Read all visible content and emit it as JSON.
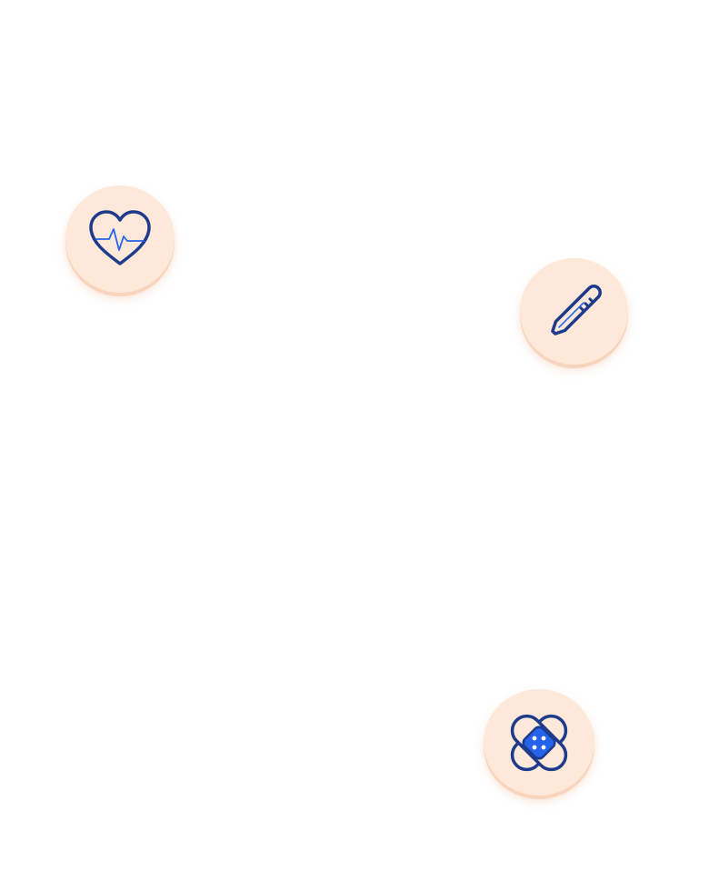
{
  "icons": [
    {
      "id": "heart-pulse",
      "name": "heart-pulse-icon"
    },
    {
      "id": "thermometer",
      "name": "thermometer-icon"
    },
    {
      "id": "bandage",
      "name": "bandage-icon"
    }
  ],
  "colors": {
    "background": "#ffffff",
    "badge_fill": "#fde8d9",
    "badge_shadow": "#f8d4bc",
    "icon_stroke": "#1e3a8a",
    "icon_accent": "#2563eb"
  }
}
